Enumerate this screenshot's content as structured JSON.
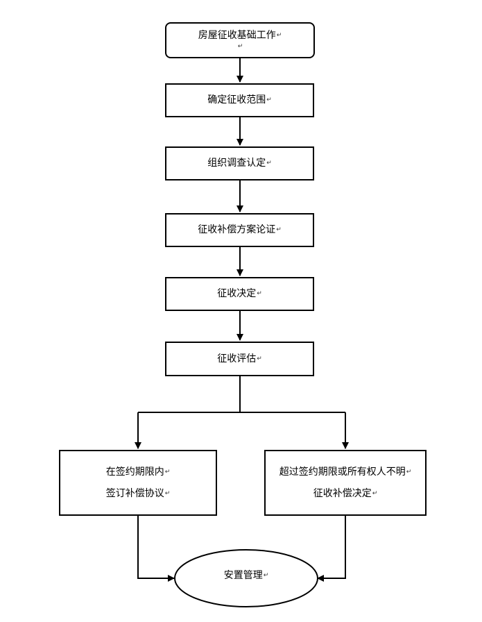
{
  "nodes": {
    "step1": {
      "label": "房屋征收基础工作",
      "mark": "↵",
      "extra_mark": "↵"
    },
    "step2": {
      "label": "确定征收范围",
      "mark": "↵"
    },
    "step3": {
      "label": "组织调查认定",
      "mark": "↵"
    },
    "step4": {
      "label": "征收补偿方案论证",
      "mark": "↵"
    },
    "step5": {
      "label": "征收决定",
      "mark": "↵"
    },
    "step6": {
      "label": "征收评估",
      "mark": "↵"
    },
    "left_branch": {
      "line1": "在签约期限内",
      "line2": "签订补偿协议",
      "mark": "↵"
    },
    "right_branch": {
      "line1": "超过签约期限或所有权人不明",
      "line2": "征收补偿决定",
      "mark": "↵"
    },
    "final": {
      "label": "安置管理",
      "mark": "↵"
    }
  }
}
